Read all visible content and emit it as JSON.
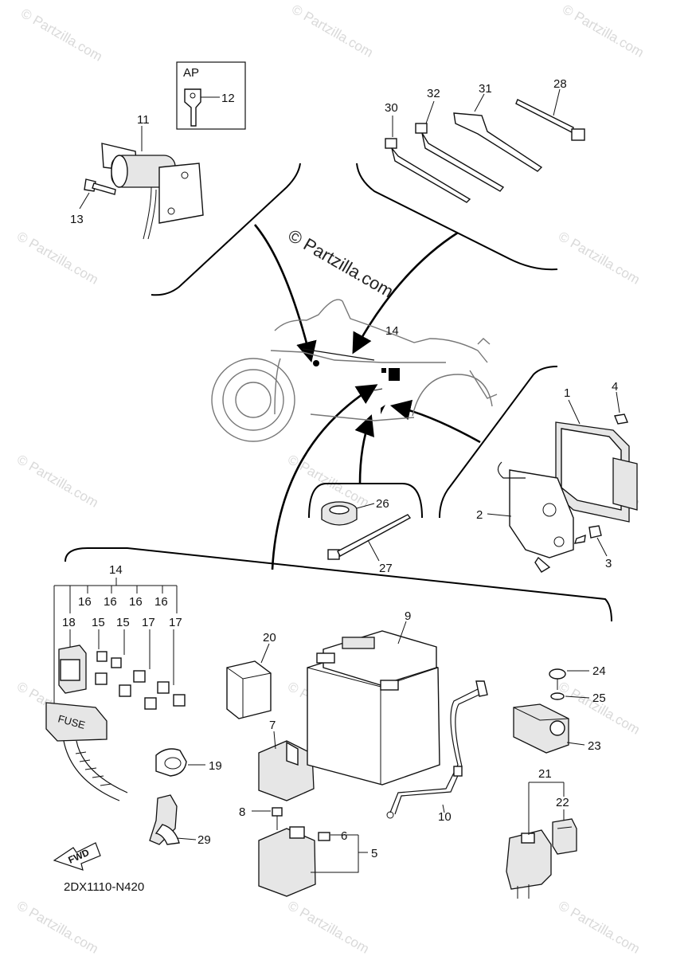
{
  "diagram_code": "2DX1110-N420",
  "watermark_main": "© Partzilla.com",
  "watermark_small": "© Partzilla.com",
  "ap_label": "AP",
  "fwd_label": "FWD",
  "fuse_label": "FUSE",
  "callouts": [
    "1",
    "2",
    "3",
    "4",
    "5",
    "6",
    "7",
    "8",
    "9",
    "10",
    "11",
    "12",
    "13",
    "14",
    "15",
    "16",
    "17",
    "18",
    "19",
    "20",
    "21",
    "22",
    "23",
    "24",
    "25",
    "26",
    "27",
    "28",
    "29",
    "30",
    "31",
    "32"
  ],
  "fuse_tree": {
    "top": "14",
    "row1": [
      "16",
      "16",
      "16",
      "16"
    ],
    "row2": [
      "18",
      "15",
      "15",
      "17",
      "17"
    ]
  }
}
